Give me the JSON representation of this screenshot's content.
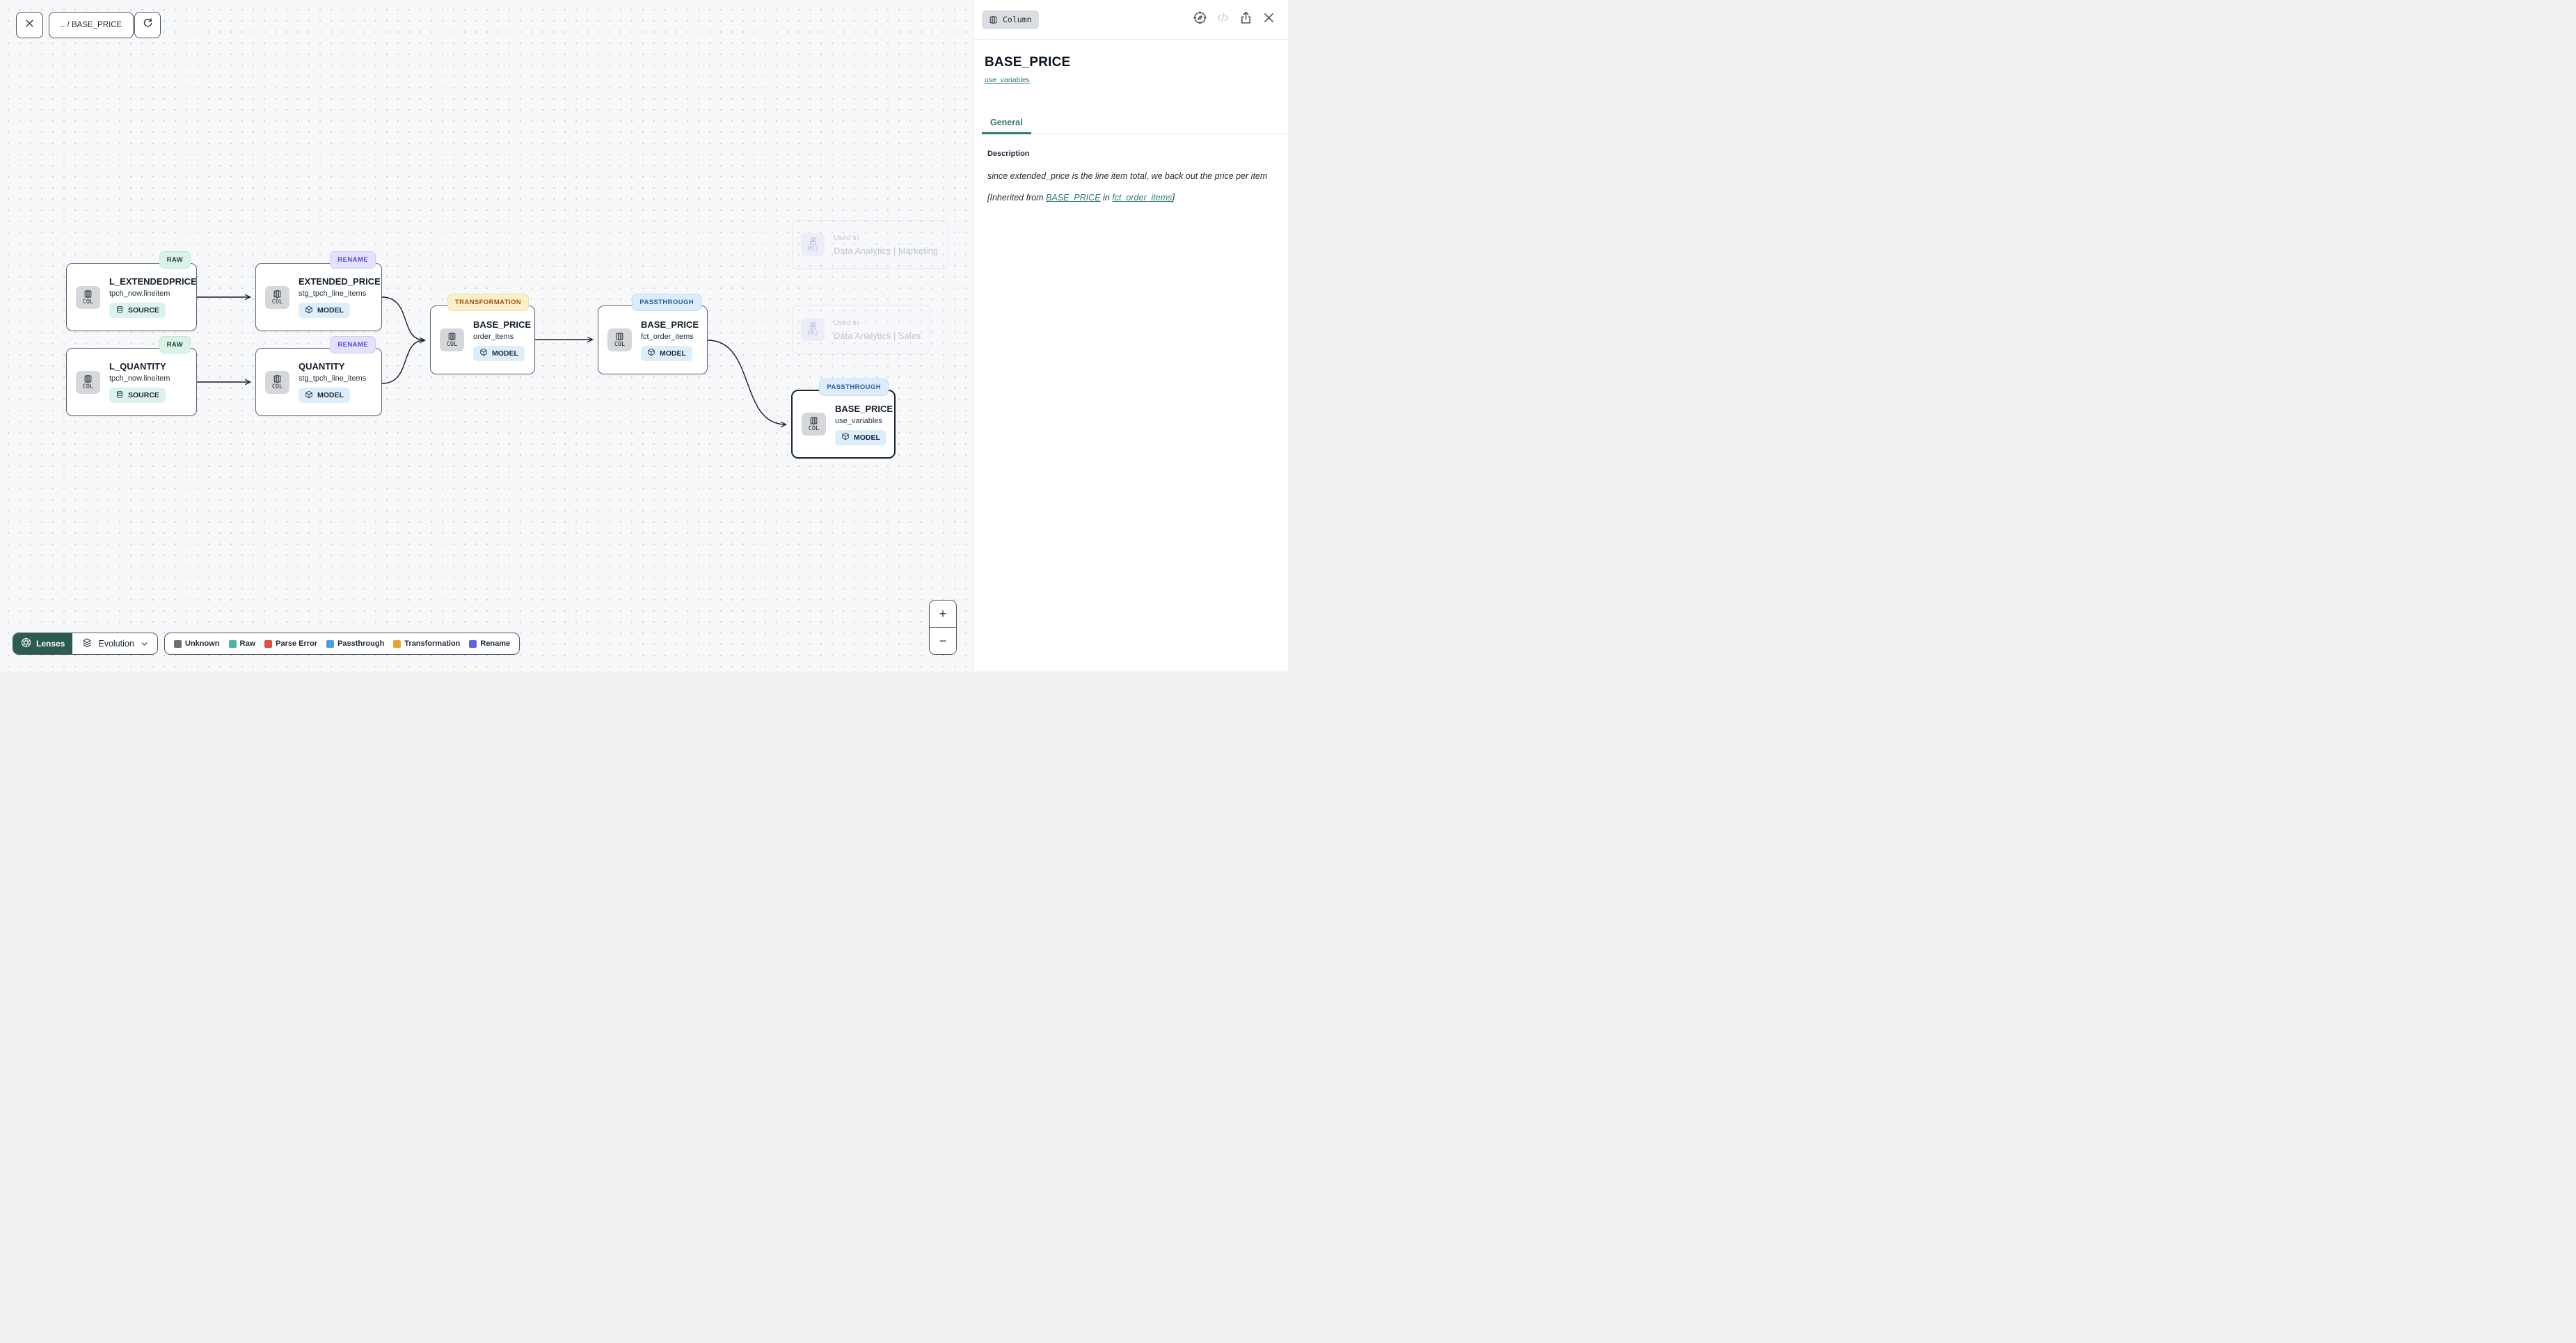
{
  "toolbar": {
    "breadcrumb": ".. / BASE_PRICE"
  },
  "canvas": {
    "col_label": "COL",
    "prj_label": "PRJ",
    "nodes": [
      {
        "badge": "RAW",
        "title": "L_EXTENDEDPRICE",
        "subtitle": "tpch_now.lineitem",
        "chip": "SOURCE"
      },
      {
        "badge": "RAW",
        "title": "L_QUANTITY",
        "subtitle": "tpch_now.lineitem",
        "chip": "SOURCE"
      },
      {
        "badge": "RENAME",
        "title": "EXTENDED_PRICE",
        "subtitle": "stg_tpch_line_items",
        "chip": "MODEL"
      },
      {
        "badge": "RENAME",
        "title": "QUANTITY",
        "subtitle": "stg_tpch_line_items",
        "chip": "MODEL"
      },
      {
        "badge": "TRANSFORMATION",
        "title": "BASE_PRICE",
        "subtitle": "order_items",
        "chip": "MODEL"
      },
      {
        "badge": "PASSTHROUGH",
        "title": "BASE_PRICE",
        "subtitle": "fct_order_items",
        "chip": "MODEL"
      },
      {
        "badge": "PASSTHROUGH",
        "title": "BASE_PRICE",
        "subtitle": "use_variables",
        "chip": "MODEL"
      }
    ],
    "ghost_nodes": [
      {
        "label": "Used In",
        "name": "Data Analytics | Marketing"
      },
      {
        "label": "Used In",
        "name": "Data Analytics | Sales"
      }
    ],
    "lenses": {
      "label": "Lenses",
      "selected": "Evolution"
    },
    "legend": {
      "items": [
        {
          "label": "Unknown",
          "color": "#6e6e6e"
        },
        {
          "label": "Raw",
          "color": "#4db3a2"
        },
        {
          "label": "Parse Error",
          "color": "#dd5246"
        },
        {
          "label": "Passthrough",
          "color": "#4a9fe0"
        },
        {
          "label": "Transformation",
          "color": "#e8a338"
        },
        {
          "label": "Rename",
          "color": "#6063e6"
        }
      ]
    },
    "zoom_in": "+",
    "zoom_out": "−"
  },
  "panel": {
    "type_badge": "Column",
    "title": "BASE_PRICE",
    "model_link": "use_variables",
    "tabs": [
      {
        "label": "General"
      }
    ],
    "description": {
      "heading": "Description",
      "body": "since extended_price is the line item total, we back out the price per item",
      "inherited_prefix": "[Inherited from ",
      "link_column": "BASE_PRICE",
      "inherited_infix": " in ",
      "link_model": "fct_order_items",
      "inherited_suffix": "]"
    }
  },
  "colors": {
    "accent_teal": "#2f7a73",
    "selection_border": "#1d2735",
    "lenses_green": "#2e5b4f"
  }
}
